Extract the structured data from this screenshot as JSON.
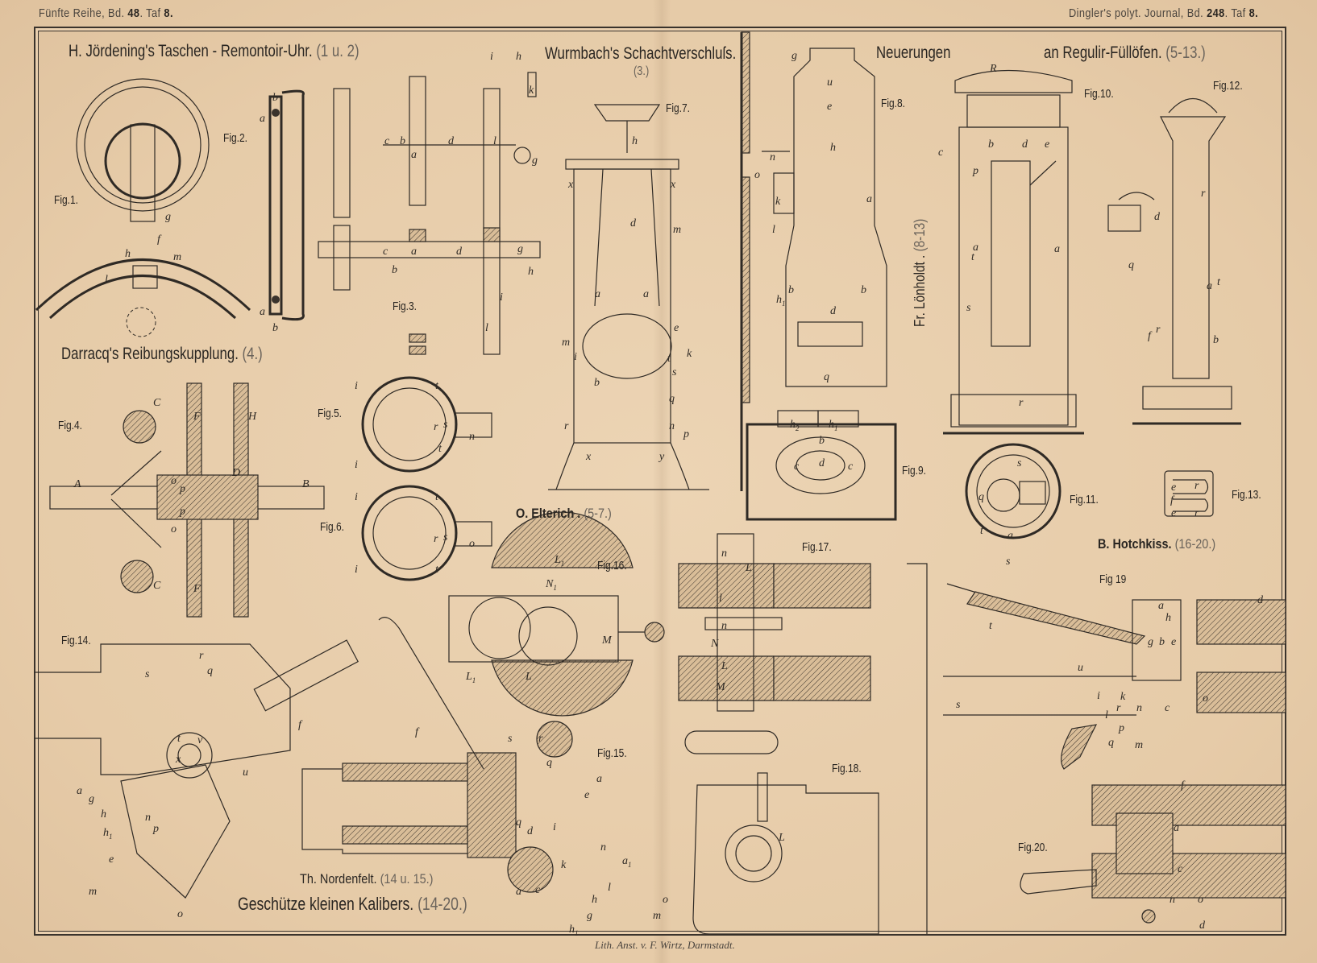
{
  "header": {
    "left_prefix": "Fünfte Reihe, Bd.",
    "left_volume": "48",
    "left_plate_prefix": "Taf",
    "left_plate": "8.",
    "right_prefix": "Dingler's polyt. Journal, Bd.",
    "right_volume": "248",
    "right_plate_prefix": "Taf",
    "right_plate": "8."
  },
  "titles": {
    "joerdening": {
      "text": "H. Jördening's  Taschen - Remontoir-Uhr.",
      "ref": "(1 u. 2)"
    },
    "wurmbach": {
      "text": "Wurmbach's Schachtverschluſs.",
      "ref": "(3.)"
    },
    "neuerungen_a": {
      "text": "Neuerungen"
    },
    "neuerungen_b": {
      "text": "an Regulir-Füllöfen.",
      "ref": "(5-13.)"
    },
    "darracq": {
      "text": "Darracq's  Reibungskupplung.",
      "ref": "(4.)"
    },
    "elterich": {
      "text": "O. Elterich .",
      "ref": "(5-7.)"
    },
    "loenholdt": {
      "text": "Fr. Lönholdt .",
      "ref": "(8-13)"
    },
    "hotchkiss": {
      "text": "B. Hotchkiss.",
      "ref": "(16-20.)"
    },
    "nordenfelt": {
      "text": "Th. Nordenfelt.",
      "ref": "(14 u. 15.)"
    },
    "geschuetze": {
      "text": "Geschütze  kleinen  Kalibers.",
      "ref": "(14-20.)"
    }
  },
  "figures": [
    {
      "id": "fig1",
      "label": "Fig.1."
    },
    {
      "id": "fig2",
      "label": "Fig.2."
    },
    {
      "id": "fig3",
      "label": "Fig.3."
    },
    {
      "id": "fig4",
      "label": "Fig.4."
    },
    {
      "id": "fig5",
      "label": "Fig.5."
    },
    {
      "id": "fig6",
      "label": "Fig.6."
    },
    {
      "id": "fig7",
      "label": "Fig.7."
    },
    {
      "id": "fig8",
      "label": "Fig.8."
    },
    {
      "id": "fig9",
      "label": "Fig.9."
    },
    {
      "id": "fig10",
      "label": "Fig.10."
    },
    {
      "id": "fig11",
      "label": "Fig.11."
    },
    {
      "id": "fig12",
      "label": "Fig.12."
    },
    {
      "id": "fig13",
      "label": "Fig.13."
    },
    {
      "id": "fig14",
      "label": "Fig.14."
    },
    {
      "id": "fig15",
      "label": "Fig.15."
    },
    {
      "id": "fig16",
      "label": "Fig.16."
    },
    {
      "id": "fig17",
      "label": "Fig.17."
    },
    {
      "id": "fig18",
      "label": "Fig.18."
    },
    {
      "id": "fig19",
      "label": "Fig 19"
    },
    {
      "id": "fig20",
      "label": "Fig.20."
    }
  ],
  "letters": {
    "fig1": [
      "g",
      "f",
      "h",
      "m",
      "l"
    ],
    "fig2": [
      "a",
      "b",
      "a",
      "b"
    ],
    "fig3": [
      "c",
      "b",
      "a",
      "d",
      "l",
      "g",
      "i",
      "h",
      "k",
      "c",
      "a",
      "d",
      "g",
      "b",
      "h",
      "i",
      "l"
    ],
    "fig4": [
      "C",
      "F",
      "H",
      "A",
      "o",
      "p",
      "D",
      "B",
      "p",
      "o",
      "C",
      "F"
    ],
    "fig5": [
      "i",
      "t",
      "r",
      "s",
      "n",
      "t",
      "i"
    ],
    "fig6": [
      "i",
      "t",
      "r",
      "s",
      "o",
      "i",
      "t"
    ],
    "fig7": [
      "h",
      "x",
      "x",
      "d",
      "m",
      "a",
      "a",
      "e",
      "m",
      "i",
      "t",
      "k",
      "s",
      "b",
      "q",
      "r",
      "n",
      "p",
      "x",
      "y"
    ],
    "fig8": [
      "g",
      "u",
      "e",
      "h",
      "n",
      "o",
      "k",
      "a",
      "l",
      "b",
      "b",
      "h1",
      "d",
      "q"
    ],
    "fig9": [
      "h2",
      "h1",
      "b",
      "d",
      "c",
      "c"
    ],
    "fig10": [
      "R",
      "c",
      "b",
      "d",
      "e",
      "p",
      "a",
      "t",
      "a",
      "s",
      "r"
    ],
    "fig11": [
      "s",
      "q",
      "t",
      "a",
      "s"
    ],
    "fig12": [
      "d",
      "r",
      "t",
      "q",
      "a",
      "f",
      "r",
      "b"
    ],
    "fig13": [
      "e",
      "r",
      "f",
      "e",
      "r"
    ],
    "fig14": [
      "s",
      "r",
      "q",
      "f",
      "t",
      "v",
      "x",
      "u",
      "a",
      "g",
      "h",
      "n",
      "p",
      "h1",
      "e",
      "m",
      "o"
    ],
    "fig15": [
      "f",
      "s",
      "r",
      "q",
      "a",
      "e",
      "q",
      "d",
      "i",
      "n",
      "k",
      "c",
      "a",
      "a1",
      "l",
      "h",
      "g",
      "h1",
      "m",
      "o"
    ],
    "fig16": [
      "L1",
      "N1",
      "M",
      "L1",
      "L"
    ],
    "fig17": [
      "n",
      "L",
      "l",
      "n",
      "N",
      "L",
      "M"
    ],
    "fig18": [
      "L"
    ],
    "fig19": [
      "t",
      "d",
      "a",
      "h",
      "g",
      "b",
      "e",
      "u",
      "s",
      "i",
      "k",
      "r",
      "n",
      "c",
      "o",
      "l",
      "p",
      "q",
      "m"
    ],
    "fig20": [
      "f",
      "a",
      "c",
      "n",
      "o",
      "d"
    ]
  },
  "footer": {
    "imprint": "Lith. Anst. v. F. Wirtz, Darmstadt."
  }
}
